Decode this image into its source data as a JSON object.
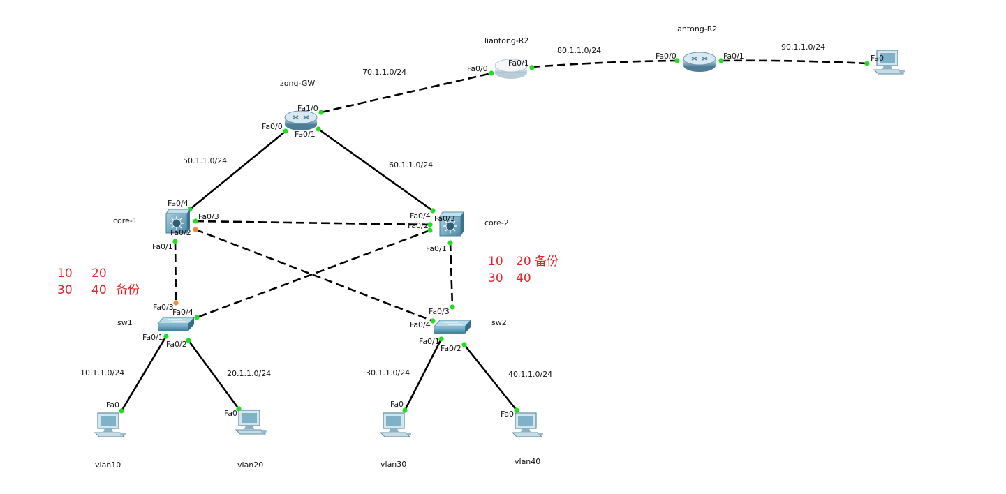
{
  "colors": {
    "link_up": "#22dd22",
    "link_blocked": "#f08a30",
    "note_red": "#e0262c"
  },
  "devices": {
    "liantong_r2_a": {
      "name": "liantong-R2",
      "icon": "router-icon"
    },
    "liantong_r2_b": {
      "name": "liantong-R2",
      "icon": "router-icon"
    },
    "zong_gw": {
      "name": "zong-GW",
      "icon": "router-icon"
    },
    "core1": {
      "name": "core-1",
      "icon": "multilayer-switch-icon"
    },
    "core2": {
      "name": "core-2",
      "icon": "multilayer-switch-icon"
    },
    "sw1": {
      "name": "sw1",
      "icon": "switch-icon"
    },
    "sw2": {
      "name": "sw2",
      "icon": "switch-icon"
    },
    "pc_internet": {
      "name": "",
      "icon": "pc-icon"
    },
    "pc_vlan10": {
      "name": "vlan10",
      "icon": "pc-icon"
    },
    "pc_vlan20": {
      "name": "vlan20",
      "icon": "pc-icon"
    },
    "pc_vlan30": {
      "name": "vlan30",
      "icon": "pc-icon"
    },
    "pc_vlan40": {
      "name": "vlan40",
      "icon": "pc-icon"
    }
  },
  "networks": {
    "n50": "50.1.1.0/24",
    "n60": "60.1.1.0/24",
    "n70": "70.1.1.0/24",
    "n80": "80.1.1.0/24",
    "n90": "90.1.1.0/24",
    "n10": "10.1.1.0/24",
    "n20": "20.1.1.0/24",
    "n30": "30.1.1.0/24",
    "n40": "40.1.1.0/24"
  },
  "ports": {
    "zong_fa1_0": "Fa1/0",
    "zong_fa0_0": "Fa0/0",
    "zong_fa0_1": "Fa0/1",
    "lt1_fa0_0": "Fa0/0",
    "lt1_fa0_1": "Fa0/1",
    "lt2_fa0_0": "Fa0/0",
    "lt2_fa0_1": "Fa0/1",
    "pc_internet_fa0": "Fa0",
    "core1_fa0_4": "Fa0/4",
    "core1_fa0_3": "Fa0/3",
    "core1_fa0_2": "Fa0/2",
    "core1_fa0_1": "Fa0/1",
    "core2_fa0_4": "Fa0/4",
    "core2_fa0_3": "Fa0/3",
    "core2_fa0_2": "Fa0/2",
    "core2_fa0_1": "Fa0/1",
    "sw1_fa0_3": "Fa0/3",
    "sw1_fa0_4": "Fa0/4",
    "sw1_fa0_1": "Fa0/1",
    "sw1_fa0_2": "Fa0/2",
    "sw2_fa0_3": "Fa0/3",
    "sw2_fa0_4": "Fa0/4",
    "sw2_fa0_1": "Fa0/1",
    "sw2_fa0_2": "Fa0/2",
    "pc10_fa0": "Fa0",
    "pc20_fa0": "Fa0",
    "pc30_fa0": "Fa0",
    "pc40_fa0": "Fa0"
  },
  "notes": {
    "left_line1_a": "10",
    "left_line1_b": "20",
    "left_line2_a": "30",
    "left_line2_b": "40",
    "left_line2_c": "备份",
    "right_line1_a": "10",
    "right_line1_b": "20 备份",
    "right_line2_a": "30",
    "right_line2_b": "40"
  }
}
